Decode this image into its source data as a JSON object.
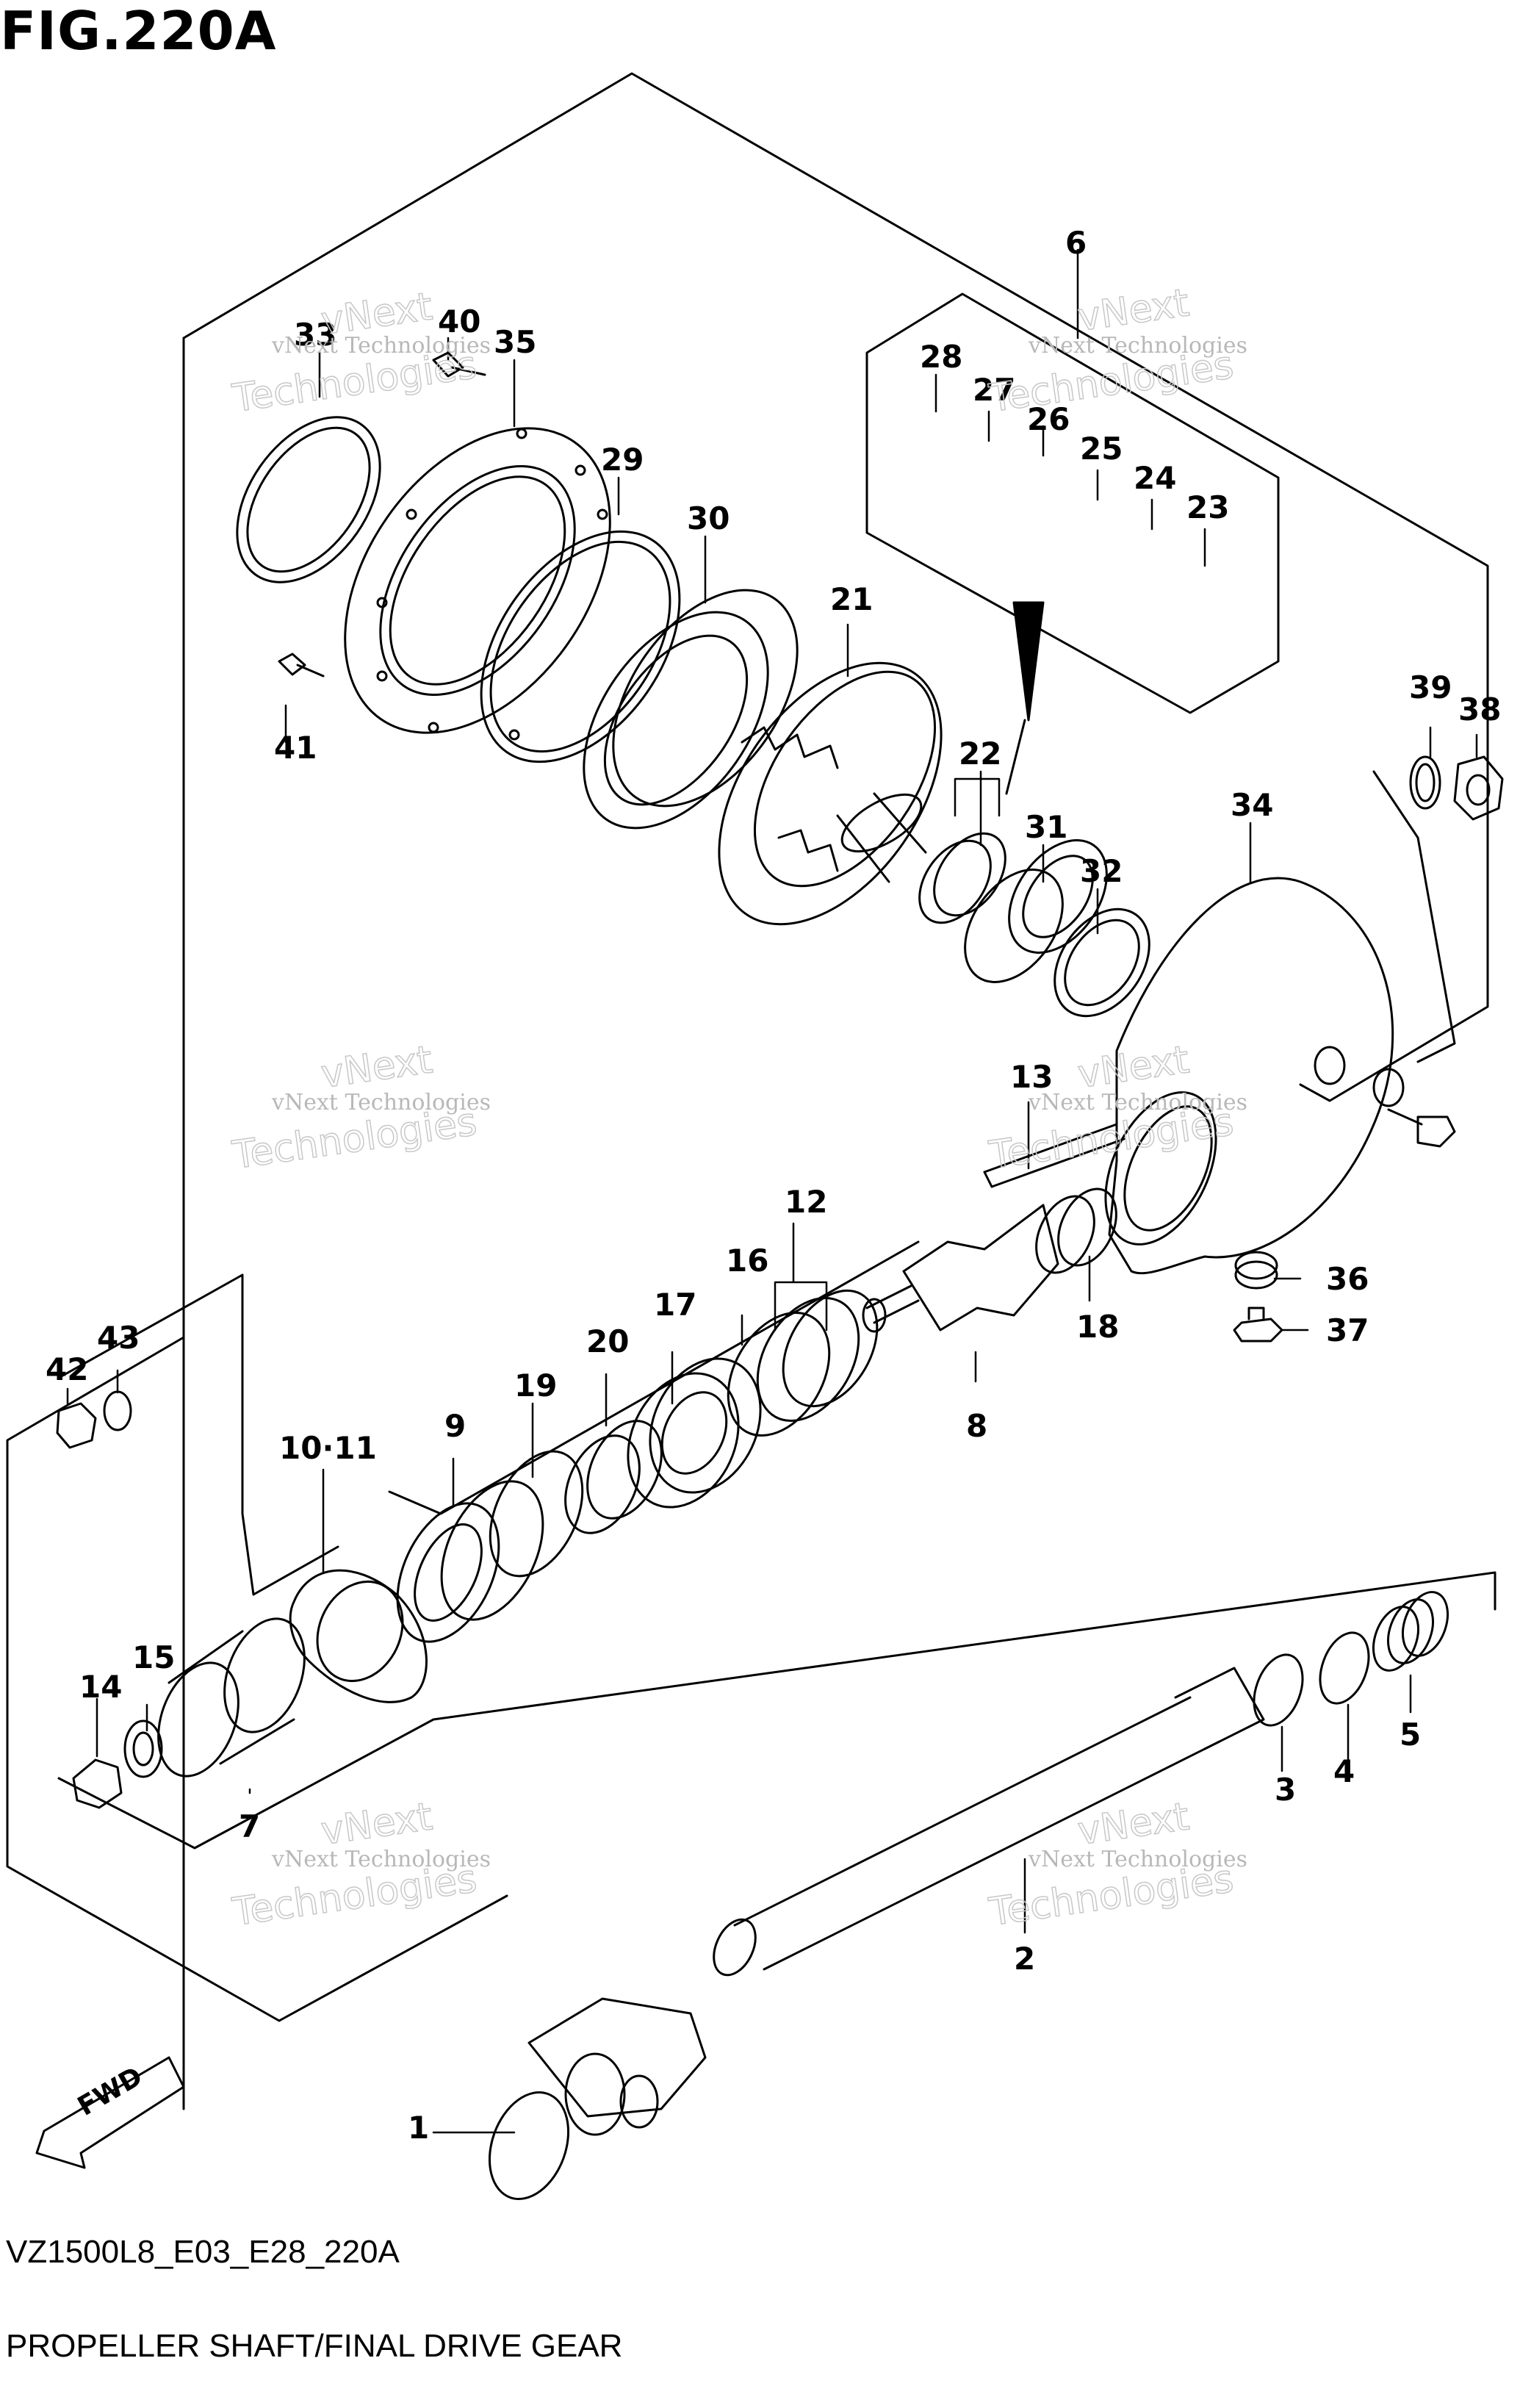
{
  "figure_title": "FIG.220A",
  "footer": {
    "model_code": "VZ1500L8_E03_E28_220A",
    "title": "PROPELLER SHAFT/FINAL DRIVE GEAR"
  },
  "fwd_label": "FWD",
  "watermark": {
    "line1": "vNext Technologies",
    "line2": "vNext",
    "line3": "Technologies"
  },
  "callouts": [
    "1",
    "2",
    "3",
    "4",
    "5",
    "6",
    "7",
    "8",
    "9",
    "10·11",
    "12",
    "13",
    "14",
    "15",
    "16",
    "17",
    "18",
    "19",
    "20",
    "21",
    "22",
    "23",
    "24",
    "25",
    "26",
    "27",
    "28",
    "29",
    "30",
    "31",
    "32",
    "33",
    "34",
    "35",
    "36",
    "37",
    "38",
    "39",
    "40",
    "41",
    "42",
    "43"
  ]
}
